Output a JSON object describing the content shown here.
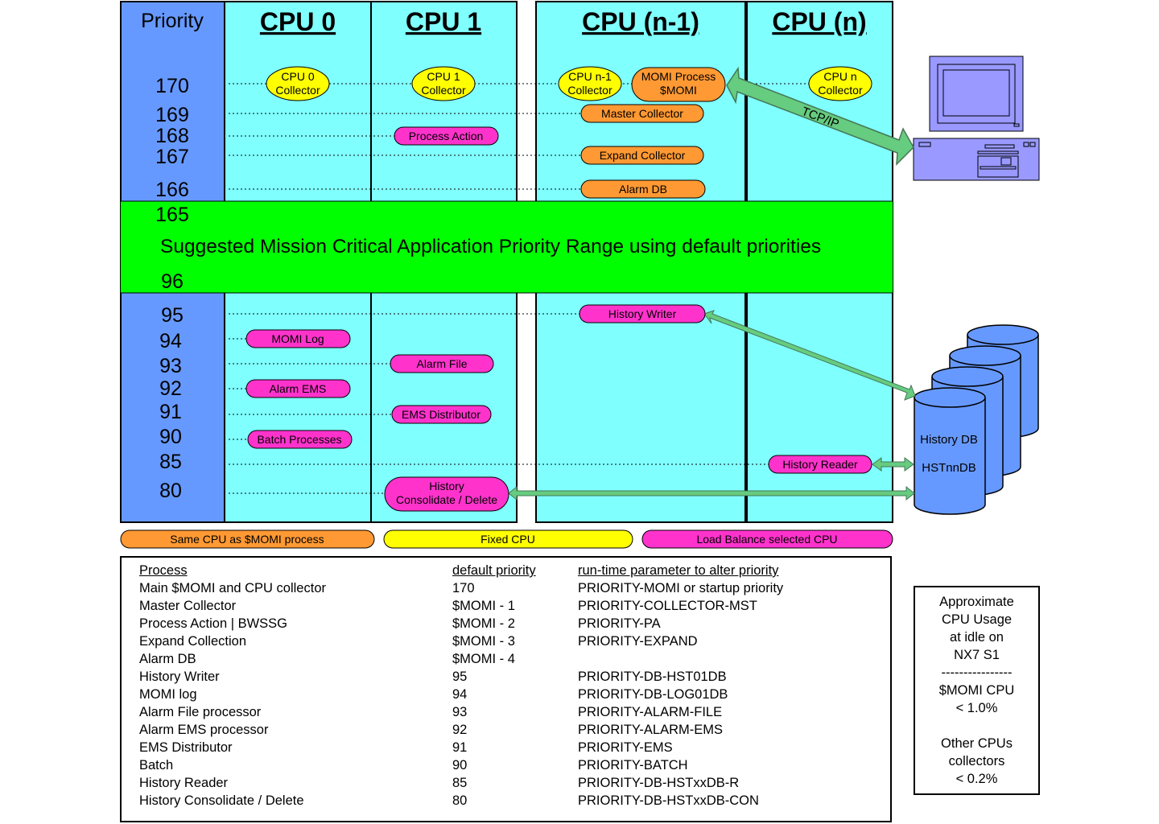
{
  "header": {
    "priority_label": "Priority",
    "cpus": [
      "CPU 0",
      "CPU 1",
      "CPU (n-1)",
      "CPU (n)"
    ]
  },
  "priorities_top": [
    "170",
    "169",
    "168",
    "167",
    "166",
    "165"
  ],
  "mission_band": {
    "text": "Suggested Mission Critical Application Priority Range using default priorities",
    "color": "#00ff00"
  },
  "priorities_bottom": [
    "96",
    "95",
    "94",
    "93",
    "92",
    "91",
    "90",
    "85",
    "80"
  ],
  "processes": {
    "cpu0_collector": [
      "CPU 0",
      "Collector"
    ],
    "cpu1_collector": [
      "CPU 1",
      "Collector"
    ],
    "cpun1_collector": [
      "CPU n-1",
      "Collector"
    ],
    "momi_process": [
      "MOMI Process",
      "$MOMI"
    ],
    "cpun_collector": [
      "CPU n",
      "Collector"
    ],
    "master_collector": "Master Collector",
    "process_action": "Process Action",
    "expand_collector": "Expand Collector",
    "alarm_db": "Alarm DB",
    "history_writer": "History Writer",
    "momi_log": "MOMI Log",
    "alarm_file": "Alarm File",
    "alarm_ems": "Alarm EMS",
    "ems_distributor": "EMS Distributor",
    "batch_processes": "Batch Processes",
    "history_reader": "History Reader",
    "history_consolidate": [
      "History",
      "Consolidate / Delete"
    ]
  },
  "tcpip_label": "TCP/IP",
  "database": {
    "line1": "History DB",
    "line2": "HSTnnDB"
  },
  "legend": {
    "same_cpu": "Same CPU as $MOMI process",
    "fixed_cpu": "Fixed CPU",
    "load_balance": "Load Balance selected CPU"
  },
  "colors": {
    "priority_column": "#6699ff",
    "cpu_column": "#80ffff",
    "orange": "#ff9933",
    "yellow": "#ffff00",
    "magenta": "#ff33cc",
    "arrow": "#66cc80",
    "computer": "#9999ff",
    "database": "#6699ff"
  },
  "table": {
    "headers": [
      "Process",
      "default priority",
      "run-time parameter to alter priority"
    ],
    "rows": [
      [
        "Main $MOMI and CPU collector",
        "170",
        "PRIORITY-MOMI or startup priority"
      ],
      [
        "Master Collector",
        "$MOMI - 1",
        "PRIORITY-COLLECTOR-MST"
      ],
      [
        "Process Action | BWSSG",
        "$MOMI - 2",
        "PRIORITY-PA"
      ],
      [
        "Expand Collection",
        "$MOMI - 3",
        "PRIORITY-EXPAND"
      ],
      [
        "Alarm DB",
        "$MOMI - 4",
        ""
      ],
      [
        "History Writer",
        "95",
        "PRIORITY-DB-HST01DB"
      ],
      [
        "MOMI log",
        "94",
        "PRIORITY-DB-LOG01DB"
      ],
      [
        "Alarm File processor",
        "93",
        "PRIORITY-ALARM-FILE"
      ],
      [
        "Alarm EMS processor",
        "92",
        "PRIORITY-ALARM-EMS"
      ],
      [
        "EMS Distributor",
        "91",
        "PRIORITY-EMS"
      ],
      [
        "Batch",
        "90",
        "PRIORITY-BATCH"
      ],
      [
        "History Reader",
        "85",
        "PRIORITY-DB-HSTxxDB-R"
      ],
      [
        "History Consolidate / Delete",
        "80",
        "PRIORITY-DB-HSTxxDB-CON"
      ]
    ]
  },
  "usage": {
    "lines": [
      "Approximate",
      "CPU Usage",
      "at idle on",
      "NX7 S1",
      "----------------",
      "$MOMI CPU",
      "< 1.0%",
      "",
      "Other CPUs",
      "collectors",
      "< 0.2%"
    ]
  }
}
